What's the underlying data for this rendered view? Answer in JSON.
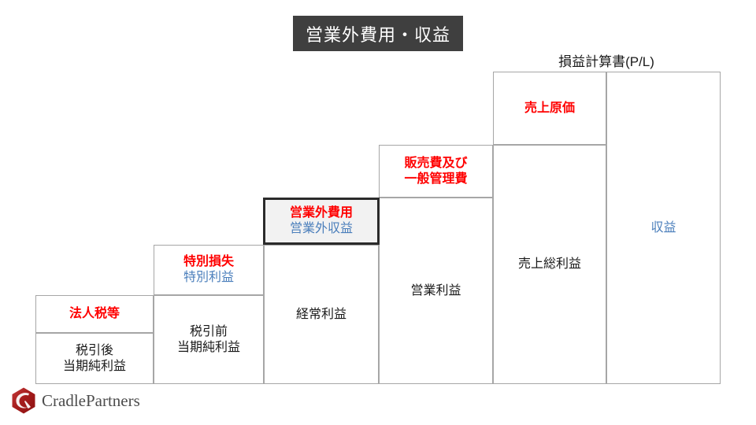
{
  "title_banner": {
    "label": "営業外費用・収益"
  },
  "pl_header": {
    "label": "損益計算書(P/L)"
  },
  "colors": {
    "banner_bg": "#3f3f3f",
    "banner_text": "#ffffff",
    "expense_red": "#ff0000",
    "revenue_blue": "#4a7ebb",
    "neutral_black": "#1a1a1a",
    "box_border": "#a6a6a6",
    "highlight_border": "#2b2b2b",
    "highlight_fill": "#f2f2f2",
    "logo_red": "#a61c1c",
    "logo_text": "#4d4d4d"
  },
  "columns": [
    {
      "name": "column-net-income",
      "boxes": [
        {
          "id": "corporate-tax",
          "lines": [
            "法人税等"
          ],
          "style": "red"
        },
        {
          "id": "after-tax-net-income",
          "lines": [
            "税引後",
            "当期純利益"
          ],
          "style": "black"
        }
      ]
    },
    {
      "name": "column-pretax-income",
      "boxes": [
        {
          "id": "extraordinary-loss-gain",
          "lines": [
            "特別損失",
            "特別利益"
          ],
          "style": "red-blue"
        },
        {
          "id": "pretax-net-income",
          "lines": [
            "税引前",
            "当期純利益"
          ],
          "style": "black"
        }
      ]
    },
    {
      "name": "column-ordinary-income",
      "boxes": [
        {
          "id": "non-operating-expense-revenue",
          "lines": [
            "営業外費用",
            "営業外収益"
          ],
          "style": "highlight"
        },
        {
          "id": "ordinary-income",
          "lines": [
            "経常利益"
          ],
          "style": "black"
        }
      ]
    },
    {
      "name": "column-operating-income",
      "boxes": [
        {
          "id": "sga-expenses",
          "lines": [
            "販売費及び",
            "一般管理費"
          ],
          "style": "red"
        },
        {
          "id": "operating-income",
          "lines": [
            "営業利益"
          ],
          "style": "black"
        }
      ]
    },
    {
      "name": "column-gross-profit",
      "boxes": [
        {
          "id": "cost-of-sales",
          "lines": [
            "売上原価"
          ],
          "style": "red"
        },
        {
          "id": "gross-profit",
          "lines": [
            "売上総利益"
          ],
          "style": "black"
        }
      ]
    },
    {
      "name": "column-revenue",
      "boxes": [
        {
          "id": "revenue",
          "lines": [
            "収益"
          ],
          "style": "blue"
        }
      ]
    }
  ],
  "logo": {
    "text": "CradlePartners",
    "mark": "hexagon-swirl-icon"
  }
}
